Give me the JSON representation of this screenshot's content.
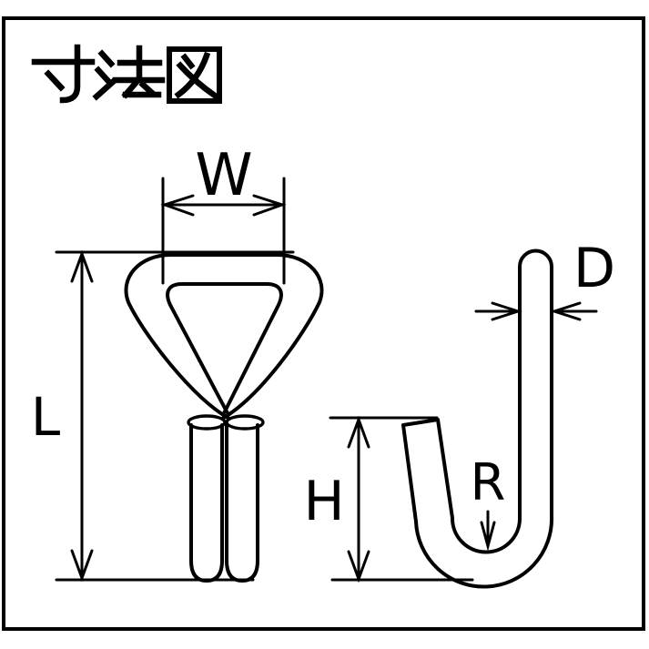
{
  "title": "寸法図",
  "dimension_labels": {
    "width": "W",
    "overall_length": "L",
    "wire_diameter": "D",
    "hook_height": "H",
    "hook_radius": "R"
  },
  "colors": {
    "line": "#000000",
    "background": "#ffffff"
  }
}
